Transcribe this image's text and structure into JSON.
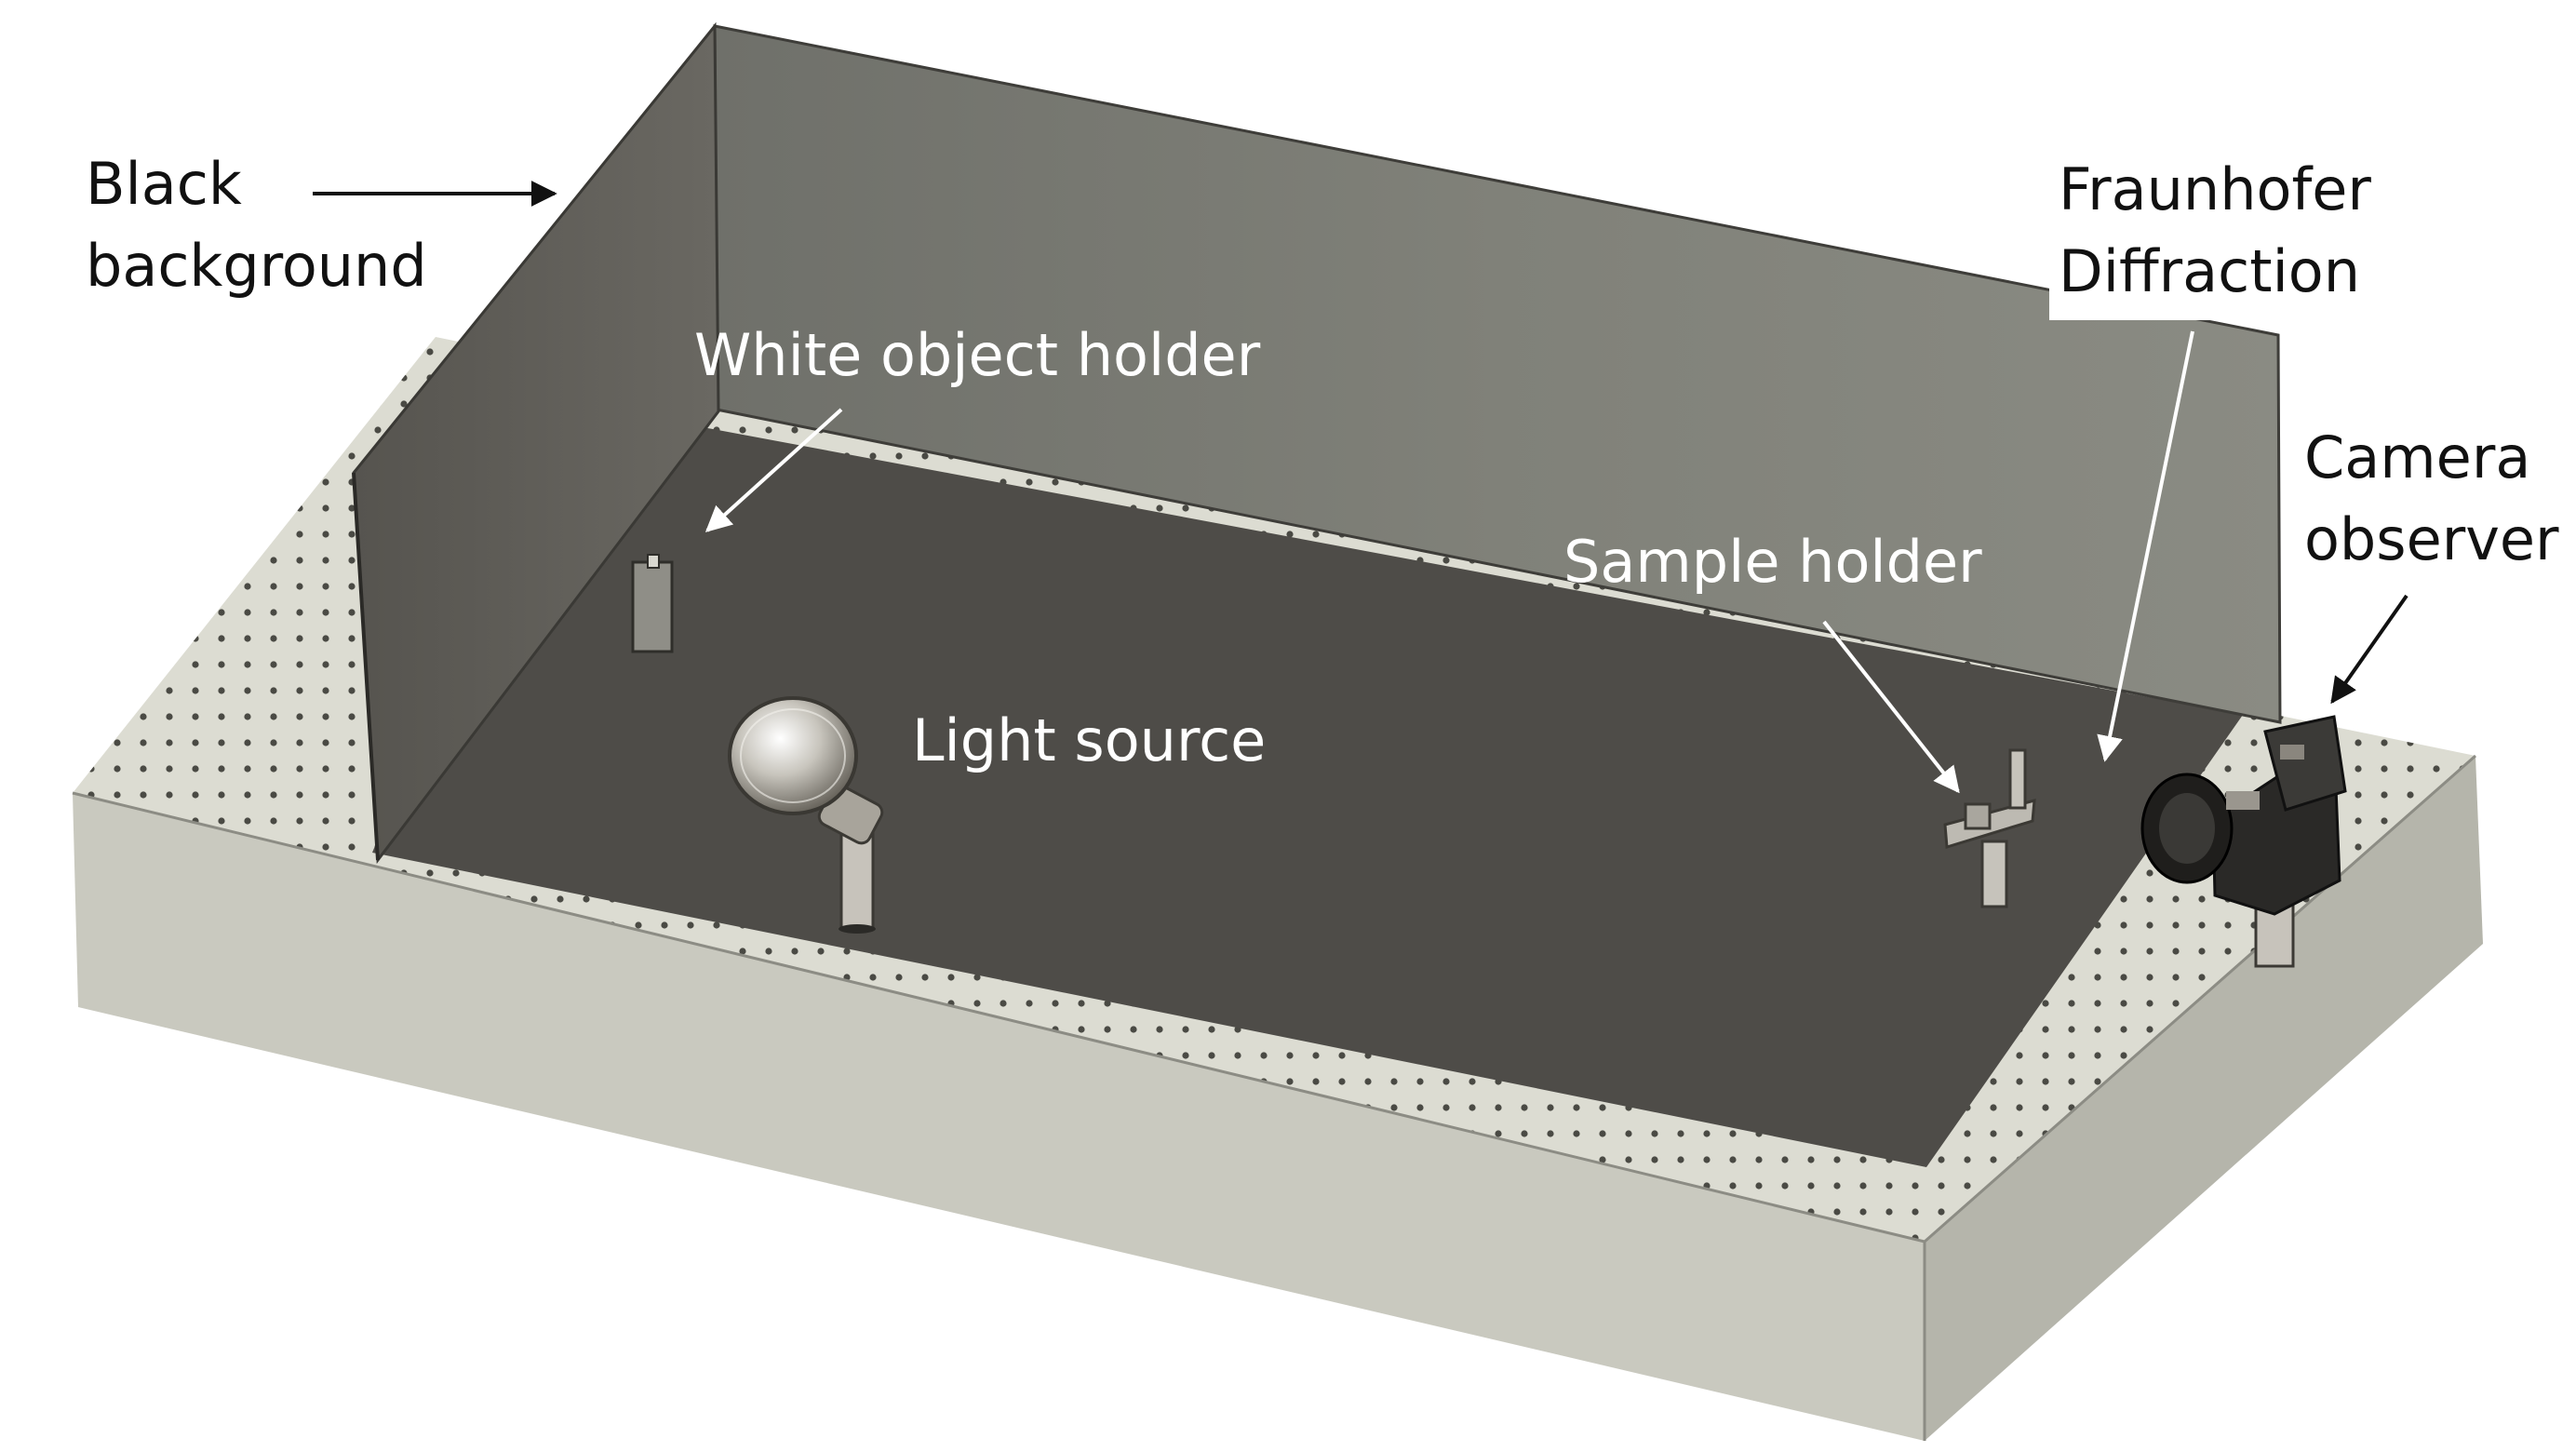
{
  "labels": {
    "black_background": [
      "Black",
      "background"
    ],
    "fraunhofer_diffraction": [
      "Fraunhofer",
      "Diffraction"
    ],
    "camera_observer": [
      "Camera",
      "observer"
    ],
    "white_object_holder": "White object holder",
    "sample_holder": "Sample holder",
    "light_source": "Light source"
  },
  "colors": {
    "base_light": "#dcdcd2",
    "base_front": "#c9c9bf",
    "base_side": "#b5b5ab",
    "floor": "#4e4c48",
    "back_wall": "#7d7e77",
    "left_wall": "#5e5c57",
    "dark_arrow": "#111111",
    "light_arrow": "#ffffff"
  }
}
